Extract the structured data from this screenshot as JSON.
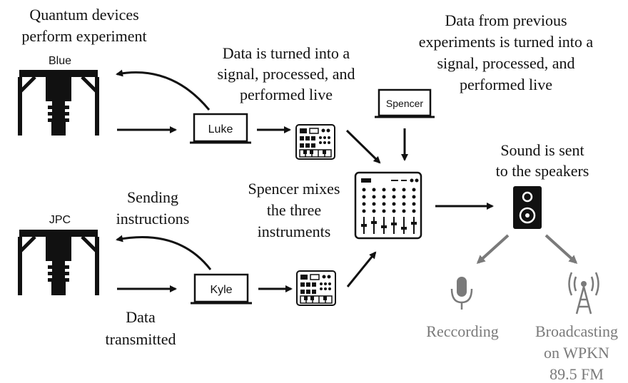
{
  "captions": {
    "quantum_devices": [
      "Quantum devices",
      "perform experiment"
    ],
    "data_signal_live": [
      "Data is turned into a",
      "signal, processed, and",
      "performed live"
    ],
    "data_previous": [
      "Data from previous",
      "experiments is turned into a",
      "signal, processed, and",
      "performed live"
    ],
    "sound_sent": [
      "Sound is sent",
      "to the speakers"
    ],
    "spencer_mixes": [
      "Spencer mixes",
      "the three",
      "instruments"
    ],
    "sending_instructions": [
      "Sending",
      "instructions"
    ],
    "data_transmitted": [
      "Data",
      "transmitted"
    ],
    "recording": [
      "Reccording"
    ],
    "broadcasting": [
      "Broadcasting",
      "on WPKN",
      "89.5 FM"
    ]
  },
  "labels": {
    "device_top": "Blue",
    "device_bottom": "JPC",
    "laptop_luke": "Luke",
    "laptop_kyle": "Kyle",
    "laptop_spencer": "Spencer"
  },
  "colors": {
    "ink": "#111111",
    "grey": "#7a7a7a"
  },
  "icons": [
    "cryostat-icon",
    "laptop-icon",
    "midi-controller-icon",
    "mixer-icon",
    "speaker-icon",
    "microphone-icon",
    "radio-tower-icon"
  ]
}
